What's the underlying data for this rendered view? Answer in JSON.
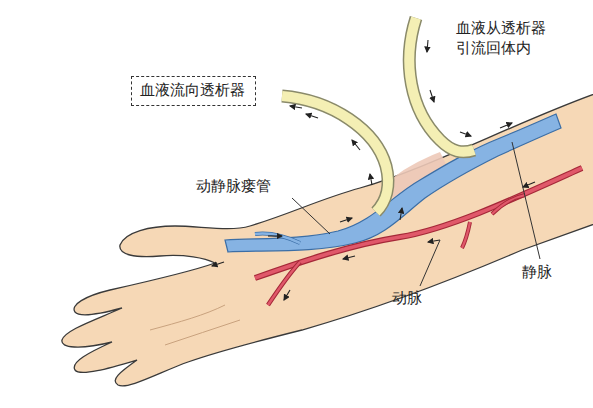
{
  "diagram": {
    "nodes": [
      {
        "text": [
          "血液流向透析器"
        ]
      }
    ],
    "labels": [
      "血液从透析器 引流回体内",
      "动静脉瘘管",
      "静脉",
      "动脉"
    ]
  }
}
